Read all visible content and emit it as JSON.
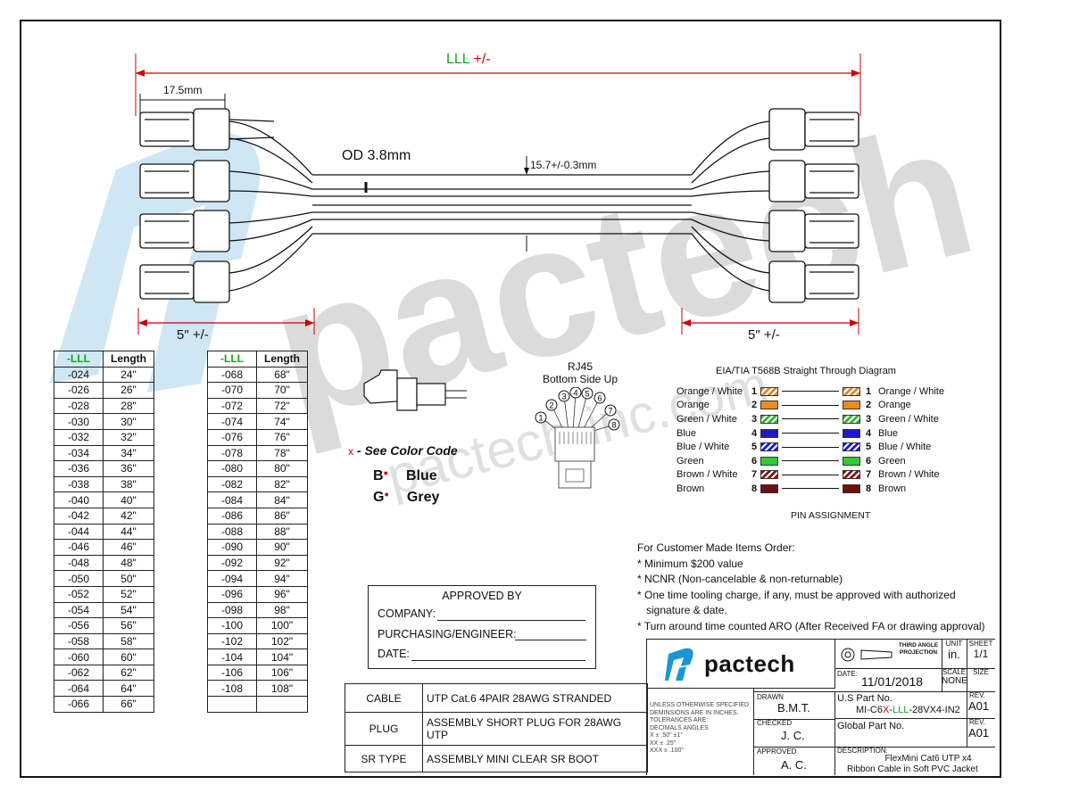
{
  "diagram": {
    "overall_length": {
      "code": "LLL",
      "tolerance": " +/-"
    },
    "connector_length": "17.5mm",
    "cable_od": "OD 3.8mm",
    "ribbon_width": "15.7+/-0.3mm",
    "breakout_left": "5″ +/-",
    "breakout_right": "5″ +/-"
  },
  "length_table_left": {
    "headers": [
      "-LLL",
      "Length"
    ],
    "rows": [
      [
        "-024",
        "24\""
      ],
      [
        "-026",
        "26\""
      ],
      [
        "-028",
        "28\""
      ],
      [
        "-030",
        "30\""
      ],
      [
        "-032",
        "32\""
      ],
      [
        "-034",
        "34\""
      ],
      [
        "-036",
        "36\""
      ],
      [
        "-038",
        "38\""
      ],
      [
        "-040",
        "40\""
      ],
      [
        "-042",
        "42\""
      ],
      [
        "-044",
        "44\""
      ],
      [
        "-046",
        "46\""
      ],
      [
        "-048",
        "48\""
      ],
      [
        "-050",
        "50\""
      ],
      [
        "-052",
        "52\""
      ],
      [
        "-054",
        "54\""
      ],
      [
        "-056",
        "56\""
      ],
      [
        "-058",
        "58\""
      ],
      [
        "-060",
        "60\""
      ],
      [
        "-062",
        "62\""
      ],
      [
        "-064",
        "64\""
      ],
      [
        "-066",
        "66\""
      ]
    ]
  },
  "length_table_right": {
    "headers": [
      "-LLL",
      "Length"
    ],
    "rows": [
      [
        "-068",
        "68\""
      ],
      [
        "-070",
        "70\""
      ],
      [
        "-072",
        "72\""
      ],
      [
        "-074",
        "74\""
      ],
      [
        "-076",
        "76\""
      ],
      [
        "-078",
        "78\""
      ],
      [
        "-080",
        "80\""
      ],
      [
        "-082",
        "82\""
      ],
      [
        "-084",
        "84\""
      ],
      [
        "-086",
        "86\""
      ],
      [
        "-088",
        "88\""
      ],
      [
        "-090",
        "90\""
      ],
      [
        "-092",
        "92\""
      ],
      [
        "-094",
        "94\""
      ],
      [
        "-096",
        "96\""
      ],
      [
        "-098",
        "98\""
      ],
      [
        "-100",
        "100\""
      ],
      [
        "-102",
        "102\""
      ],
      [
        "-104",
        "104\""
      ],
      [
        "-106",
        "106\""
      ],
      [
        "-108",
        "108\""
      ],
      [
        "",
        ""
      ]
    ]
  },
  "rj45": {
    "title": "RJ45",
    "subtitle": "Bottom Side Up",
    "pins": [
      "1",
      "2",
      "3",
      "4",
      "5",
      "6",
      "7",
      "8"
    ]
  },
  "color_code": {
    "note_mark": "x",
    "note": " - See Color Code",
    "entries": [
      {
        "letter": "B",
        "name": "Blue"
      },
      {
        "letter": "G",
        "name": "Grey"
      }
    ]
  },
  "wiring": {
    "title": "EIA/TIA T568B Straight Through Diagram",
    "footer": "PIN ASSIGNMENT",
    "pins": [
      {
        "num": "1",
        "name": "Orange / White",
        "color": "#e08a2a",
        "striped": true
      },
      {
        "num": "2",
        "name": "Orange",
        "color": "#f08a1a",
        "striped": false
      },
      {
        "num": "3",
        "name": "Green / White",
        "color": "#33b533",
        "striped": true
      },
      {
        "num": "4",
        "name": "Blue",
        "color": "#1a1acc",
        "striped": false
      },
      {
        "num": "5",
        "name": "Blue / White",
        "color": "#1a1acc",
        "striped": true
      },
      {
        "num": "6",
        "name": "Green",
        "color": "#2ecc2e",
        "striped": false
      },
      {
        "num": "7",
        "name": "Brown / White",
        "color": "#7a1a1a",
        "striped": true
      },
      {
        "num": "8",
        "name": "Brown",
        "color": "#6e1010",
        "striped": false
      }
    ]
  },
  "customer_notes": {
    "heading": "For Customer Made Items Order:",
    "items": [
      "* Minimum $200 value",
      "* NCNR (Non-cancelable & non-returnable)",
      "* One time tooling charge, if any, must be approved with authorized",
      "   signature & date.",
      "* Turn around time counted ARO (After Received FA or drawing approval)"
    ]
  },
  "approved": {
    "title": "APPROVED BY",
    "fields": [
      "COMPANY:",
      "PURCHASING/ENGINEER:",
      "DATE:"
    ]
  },
  "spec_table": [
    {
      "label": "CABLE",
      "value": "UTP Cat.6 4PAIR 28AWG STRANDED"
    },
    {
      "label": "PLUG",
      "value": "ASSEMBLY SHORT PLUG FOR 28AWG UTP"
    },
    {
      "label": "SR TYPE",
      "value": "ASSEMBLY MINI CLEAR SR BOOT"
    }
  ],
  "title_block": {
    "logo_text": "pactech",
    "projection": "THIRD ANGLE PROJECTION",
    "unit_label": "UNIT",
    "unit": "in.",
    "sheet_label": "SHEET",
    "sheet": "1/1",
    "date_label": "DATE:",
    "date": "11/01/2018",
    "scale_label": "SCALE",
    "scale": "NONE",
    "size_label": "SIZE",
    "tolerances": [
      "UNLESS OTHERWISE SPECIFIED",
      "DEMINSIONS ARE IN INCHES.",
      "TOLERANCES ARE:",
      "DECIMALS          ANGLES",
      "X      ± .50\"          ±1°",
      "XX    ± .25\"",
      "XXX  ± .100\""
    ],
    "drawn_label": "DRAWN",
    "drawn": "B.M.T.",
    "checked_label": "CHECKED",
    "checked": "J. C.",
    "approved_label": "APPROVED",
    "approved": "A. C.",
    "us_part_label": "U.S Part No.",
    "us_part_pre": "MI-C6",
    "us_part_x": "X",
    "us_part_dash": "-",
    "us_part_lll": "LLL",
    "us_part_post": "-28VX4-IN2",
    "rev_label": "REV.",
    "rev": "A01",
    "global_part_label": "Global Part No.",
    "rev2_label": "REV.",
    "rev2": "A01",
    "desc_label": "DESCRIPTION:",
    "desc_line1": "FlexMini Cat6 UTP x4",
    "desc_line2": "Ribbon Cable in Soft PVC Jacket"
  },
  "watermark": {
    "brand": "pactech",
    "url": "pactech-inc.com"
  }
}
